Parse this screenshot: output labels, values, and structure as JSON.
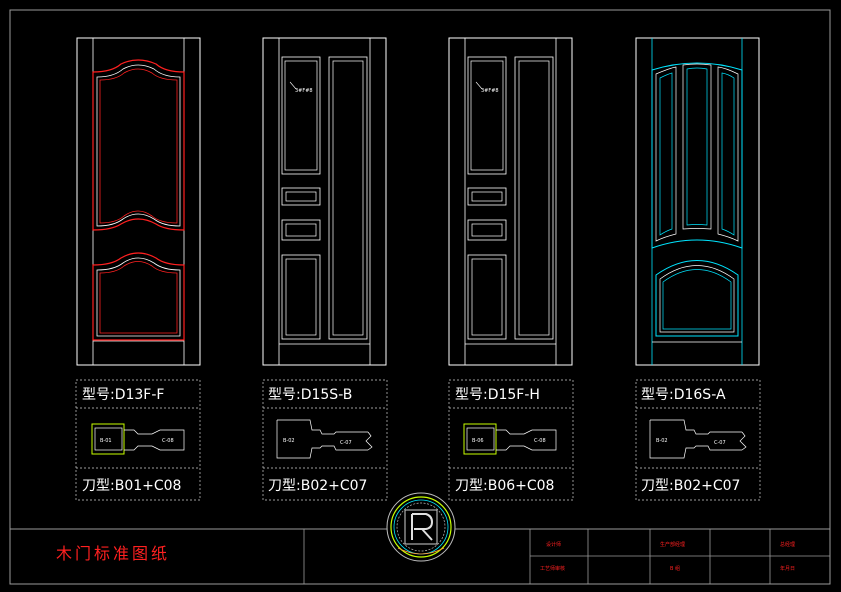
{
  "doors": [
    {
      "model_label": "型号:D13F-F",
      "tool_label": "刀型:B01+C08",
      "part_a": "B-01",
      "part_c": "C-08",
      "profile_style": "yellow-green"
    },
    {
      "model_label": "型号:D15S-B",
      "tool_label": "刀型:B02+C07",
      "part_a": "B-02",
      "part_c": "C-07",
      "profile_style": "white"
    },
    {
      "model_label": "型号:D15F-H",
      "tool_label": "刀型:B06+C08",
      "part_a": "B-06",
      "part_c": "C-08",
      "profile_style": "yellow-green"
    },
    {
      "model_label": "型号:D16S-A",
      "tool_label": "刀型:B02+C07",
      "part_a": "B-02",
      "part_c": "C-07",
      "profile_style": "white"
    }
  ],
  "door_callouts": [
    "3#F#8",
    "3#F#8"
  ],
  "title_block": {
    "title": "木门标准图纸",
    "designer_label": "设计师",
    "craft_label": "工艺师审核",
    "production_label": "生产部经理",
    "sheet_label": "B  组",
    "director_label": "总经理",
    "date_label": "年月日"
  },
  "colors": {
    "background": "#000000",
    "line": "#ffffff",
    "frame_gray": "#9a9a9a",
    "accent_red": "#ff2020",
    "cyan": "#00e5ff",
    "yellow_green": "#c8ff00",
    "title_red": "#ff2020"
  }
}
